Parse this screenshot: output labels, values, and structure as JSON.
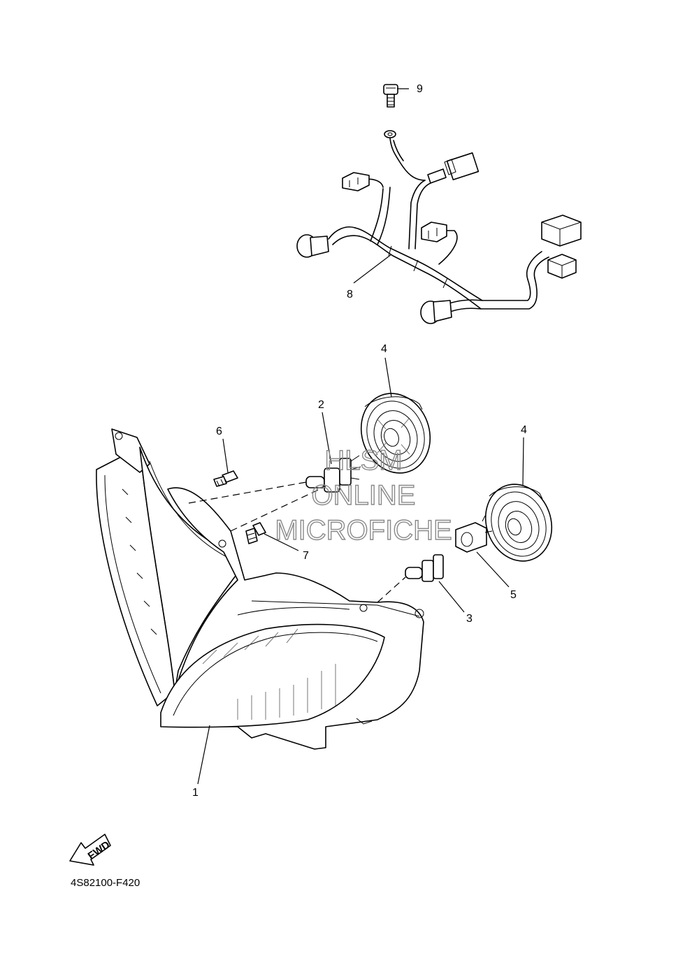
{
  "diagram": {
    "part_code": "4S82100-F420",
    "fwd_label": "FWD",
    "watermark": {
      "line1": "HLSM",
      "line2": "ONLINE",
      "line3": "MICROFICHE"
    },
    "callouts": [
      {
        "id": "c1",
        "label": "1"
      },
      {
        "id": "c2",
        "label": "2"
      },
      {
        "id": "c3",
        "label": "3"
      },
      {
        "id": "c4a",
        "label": "4"
      },
      {
        "id": "c4b",
        "label": "4"
      },
      {
        "id": "c5",
        "label": "5"
      },
      {
        "id": "c6",
        "label": "6"
      },
      {
        "id": "c7",
        "label": "7"
      },
      {
        "id": "c8",
        "label": "8"
      },
      {
        "id": "c9",
        "label": "9"
      }
    ]
  }
}
